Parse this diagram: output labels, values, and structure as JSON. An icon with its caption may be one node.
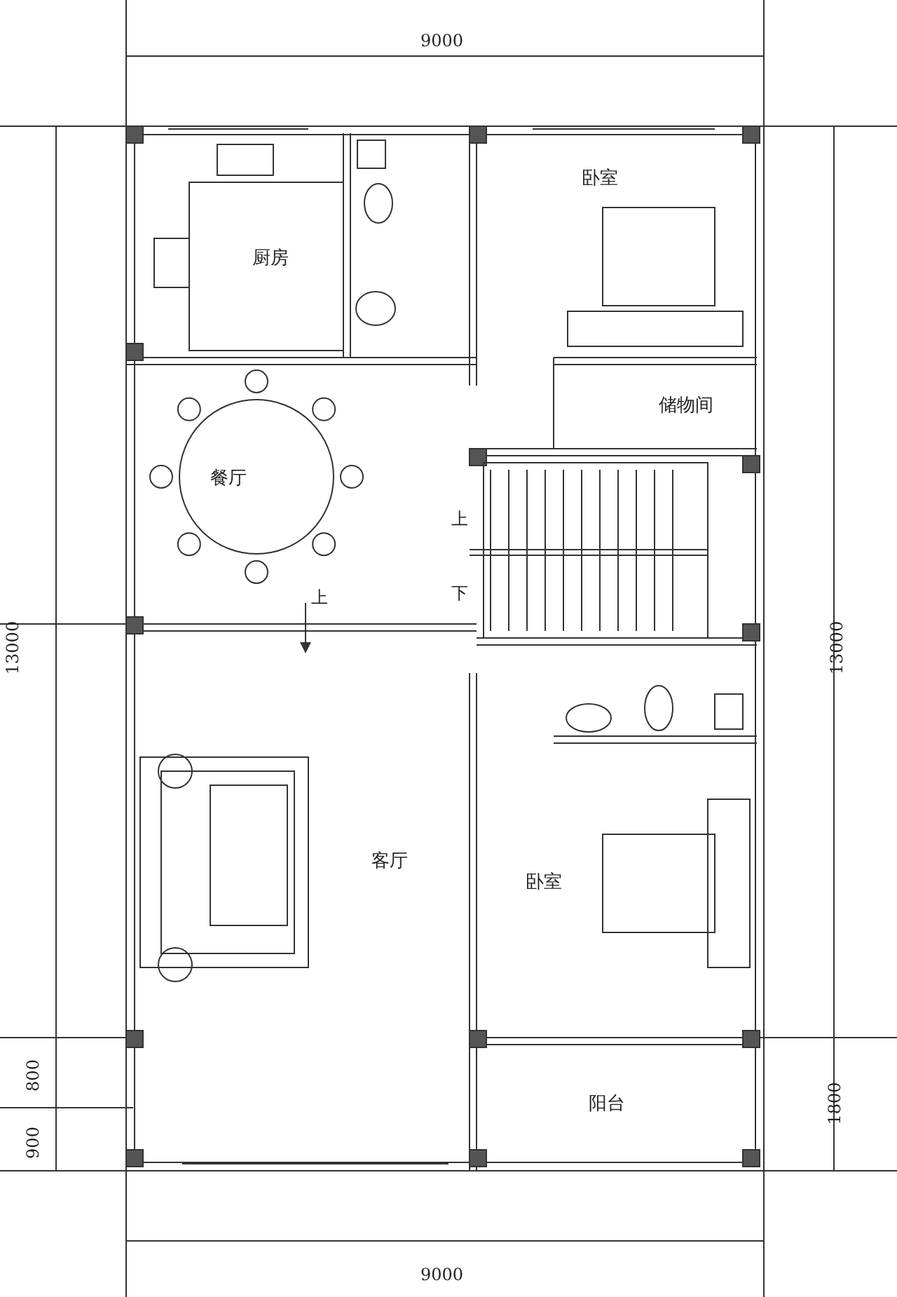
{
  "diagram": {
    "nodes": [
      {
        "text": [
          "卧室"
        ]
      },
      {
        "text": [
          "厨房"
        ]
      },
      {
        "text": [
          "储物间"
        ]
      },
      {
        "text": [
          "餐厅"
        ]
      },
      {
        "text": [
          "客厅"
        ]
      },
      {
        "text": [
          "卧室"
        ]
      },
      {
        "text": [
          "阳台"
        ]
      }
    ],
    "labels": [
      "9000",
      "13000",
      "13000",
      "上",
      "上",
      "下",
      "800",
      "900",
      "1800",
      "9000"
    ]
  }
}
